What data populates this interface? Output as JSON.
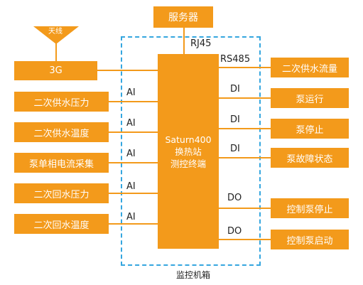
{
  "top": {
    "server": "服务器",
    "antenna": "天线",
    "gsm": "3G",
    "rj45": "RJ45"
  },
  "center_lines": [
    "Saturn400",
    "换热站",
    "测控终端"
  ],
  "cabinet_label": "监控机箱",
  "left_rows": [
    {
      "box": "二次供水压力",
      "signal": "AI"
    },
    {
      "box": "二次供水温度",
      "signal": "AI"
    },
    {
      "box": "泵单相电流采集",
      "signal": "AI"
    },
    {
      "box": "二次回水压力",
      "signal": "AI"
    },
    {
      "box": "二次回水温度",
      "signal": "AI"
    }
  ],
  "right_rows": [
    {
      "box": "二次供水流量",
      "signal": "RS485"
    },
    {
      "box": "泵运行",
      "signal": "DI"
    },
    {
      "box": "泵停止",
      "signal": "DI"
    },
    {
      "box": "泵故障状态",
      "signal": "DI"
    },
    {
      "box": "控制泵停止",
      "signal": "DO"
    },
    {
      "box": "控制泵启动",
      "signal": "DO"
    }
  ],
  "colors": {
    "box": "#f39a1b",
    "cabinet_border": "#35a6df"
  }
}
